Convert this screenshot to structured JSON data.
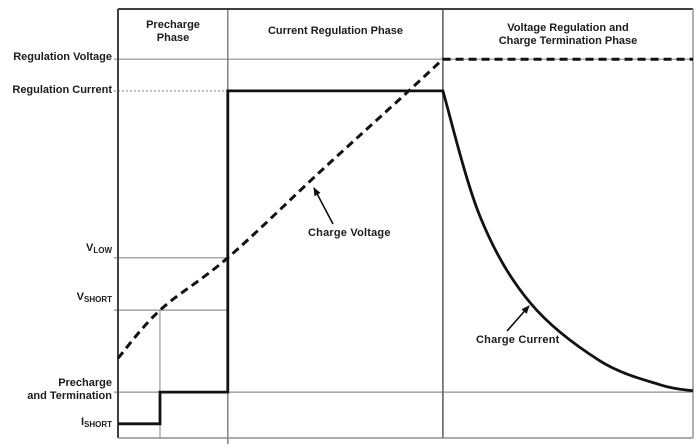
{
  "chart_data": {
    "type": "line",
    "title": "",
    "xlabel": "",
    "ylabel": "",
    "x_range": [
      0,
      1
    ],
    "y_range": [
      0,
      1
    ],
    "grid": true,
    "legend": "none",
    "phases": [
      {
        "label": "Precharge Phase",
        "x_start": 0.0,
        "x_end": 0.191
      },
      {
        "label": "Current Regulation Phase",
        "x_start": 0.191,
        "x_end": 0.565
      },
      {
        "label": "Voltage Regulation and Charge Termination Phase",
        "x_start": 0.565,
        "x_end": 1.0
      }
    ],
    "levels": {
      "regulation_voltage": 0.883,
      "regulation_current": 0.809,
      "v_low": 0.42,
      "v_short": 0.298,
      "precharge_and_termination": 0.107,
      "i_short": 0.033
    },
    "key_times": {
      "v_short_reached": 0.073,
      "v_low_reached": 0.191,
      "regulation_voltage_reached": 0.565
    },
    "series": [
      {
        "name": "Charge Voltage",
        "style": "dashed",
        "segments": [
          {
            "smooth": true,
            "points": [
              [
                0,
                0.186
              ],
              [
                0.073,
                0.298
              ],
              [
                0.191,
                0.42
              ],
              [
                0.351,
                0.62
              ],
              [
                0.49,
                0.79
              ],
              [
                0.565,
                0.883
              ]
            ]
          },
          {
            "smooth": false,
            "points": [
              [
                0.565,
                0.883
              ],
              [
                1,
                0.883
              ]
            ]
          }
        ]
      },
      {
        "name": "Charge Current",
        "style": "solid",
        "segments": [
          {
            "smooth": false,
            "points": [
              [
                0,
                0.033
              ],
              [
                0.073,
                0.033
              ],
              [
                0.073,
                0.107
              ],
              [
                0.191,
                0.107
              ],
              [
                0.191,
                0.809
              ],
              [
                0.565,
                0.809
              ]
            ]
          },
          {
            "smooth": true,
            "points": [
              [
                0.565,
                0.809
              ],
              [
                0.63,
                0.515
              ],
              [
                0.717,
                0.315
              ],
              [
                0.838,
                0.18
              ],
              [
                0.943,
                0.124
              ],
              [
                1,
                0.11
              ]
            ]
          }
        ]
      }
    ]
  },
  "phase_headers": [
    {
      "lines": [
        "Precharge",
        "Phase"
      ]
    },
    {
      "lines": [
        "Current Regulation Phase"
      ]
    },
    {
      "lines": [
        "Voltage Regulation and",
        "Charge Termination Phase"
      ]
    }
  ],
  "y_axis_labels": {
    "regulation_voltage": "Regulation Voltage",
    "regulation_current": "Regulation Current",
    "v_low": {
      "main": "V",
      "sub": "LOW"
    },
    "v_short": {
      "main": "V",
      "sub": "SHORT"
    },
    "precharge_termination": {
      "lines": [
        "Precharge",
        "and Termination"
      ]
    },
    "i_short": {
      "main": "I",
      "sub": "SHORT"
    }
  },
  "curve_labels": {
    "charge_voltage": "Charge Voltage",
    "charge_current": "Charge Current"
  },
  "colors": {
    "background": "#ffffff",
    "curve": "#121212",
    "gridline": "#8f8f8f",
    "boundary": "#6e6e6e",
    "border_dark": "#3f3f3f",
    "border_light": "#8f8f8f",
    "text": "#1c1c1c"
  }
}
